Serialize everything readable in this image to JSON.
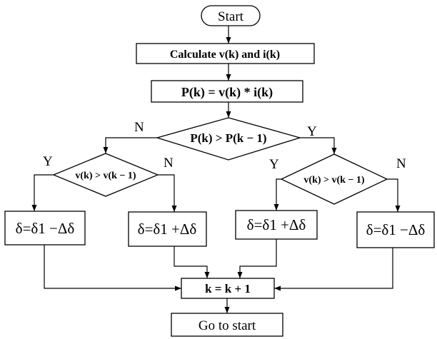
{
  "colors": {
    "stroke": "#000000",
    "background": "#ffffff"
  },
  "nodes": {
    "start": "Start",
    "calc": "Calculate v(k) and i(k)",
    "power": "P(k) = v(k) * i(k)",
    "decision_power": "P(k) > P(k − 1)",
    "decision_voltage_left": "v(k) > v(k − 1)",
    "decision_voltage_right": "v(k) > v(k − 1)",
    "action_1": "δ=δ1 −Δδ",
    "action_2": "δ=δ1 +Δδ",
    "action_3": "δ=δ1 +Δδ",
    "action_4": "δ=δ1 −Δδ",
    "increment": "k = k + 1",
    "goto": "Go to start"
  },
  "labels": {
    "power_no": "N",
    "power_yes": "Y",
    "left_yes": "Y",
    "left_no": "N",
    "right_yes": "Y",
    "right_no": "N"
  }
}
